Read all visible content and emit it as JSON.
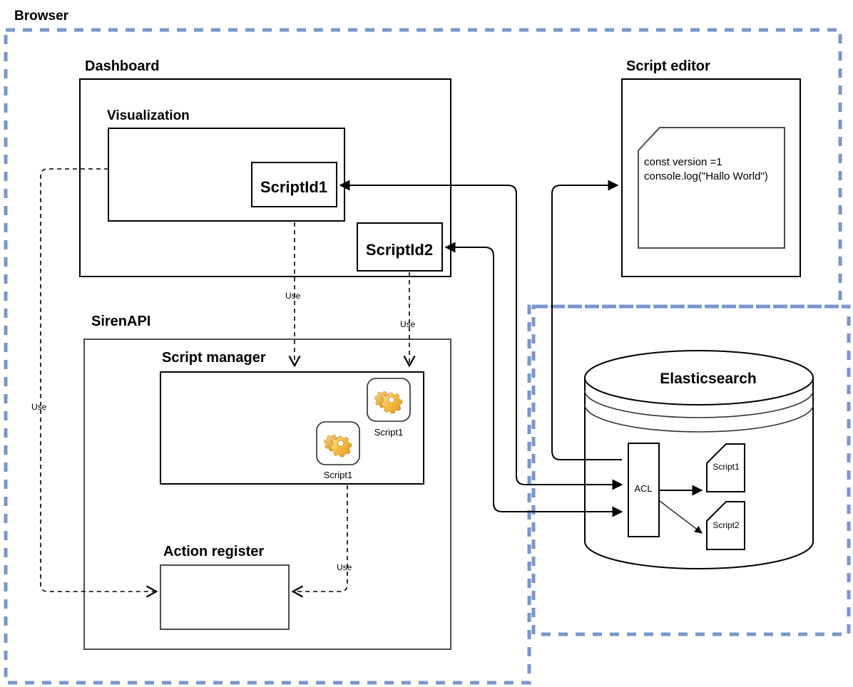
{
  "regions": [
    {
      "id": "browser",
      "label": "Browser",
      "label_color": "#3f8ef7",
      "border_color": "#7a96cb",
      "style": "dashed"
    },
    {
      "id": "backend",
      "label": "",
      "border_color": "#7a96cb",
      "style": "dashed"
    }
  ],
  "groups": {
    "dashboard": {
      "title": "Dashboard"
    },
    "visualization": {
      "title": "Visualization"
    },
    "script_editor": {
      "title": "Script editor"
    },
    "sirenapi": {
      "title": "SirenAPI"
    },
    "script_manager": {
      "title": "Script manager"
    },
    "action_register": {
      "title": "Action register"
    },
    "elasticsearch": {
      "title": "Elasticsearch"
    }
  },
  "nodes": {
    "script_id_1": {
      "label": "ScriptId1"
    },
    "script_id_2": {
      "label": "ScriptId2"
    },
    "acl": {
      "label": "ACL"
    },
    "es_script_1": {
      "label": "Script1"
    },
    "es_script_2": {
      "label": "Script2"
    },
    "manager_script_a": {
      "label": "Script1",
      "icon": "gear-icon"
    },
    "manager_script_b": {
      "label": "Script1",
      "icon": "gear-icon"
    }
  },
  "code_editor": {
    "lines": [
      "const version =1",
      "console.log(\"Hallo World\")"
    ],
    "line1": "const version =1",
    "line2": "console.log(\"Hallo World\")"
  },
  "edge_labels": {
    "use_left": "Use",
    "use_vis": "Use",
    "use_scriptid2": "Use",
    "use_manager": "Use"
  },
  "colors": {
    "browser_label": "#3f8ef7",
    "region_border": "#7a96cb",
    "stroke": "#000000",
    "gear_light": "#fcd775",
    "gear_mid": "#f4ab2b",
    "gear_dark": "#d98b12"
  }
}
